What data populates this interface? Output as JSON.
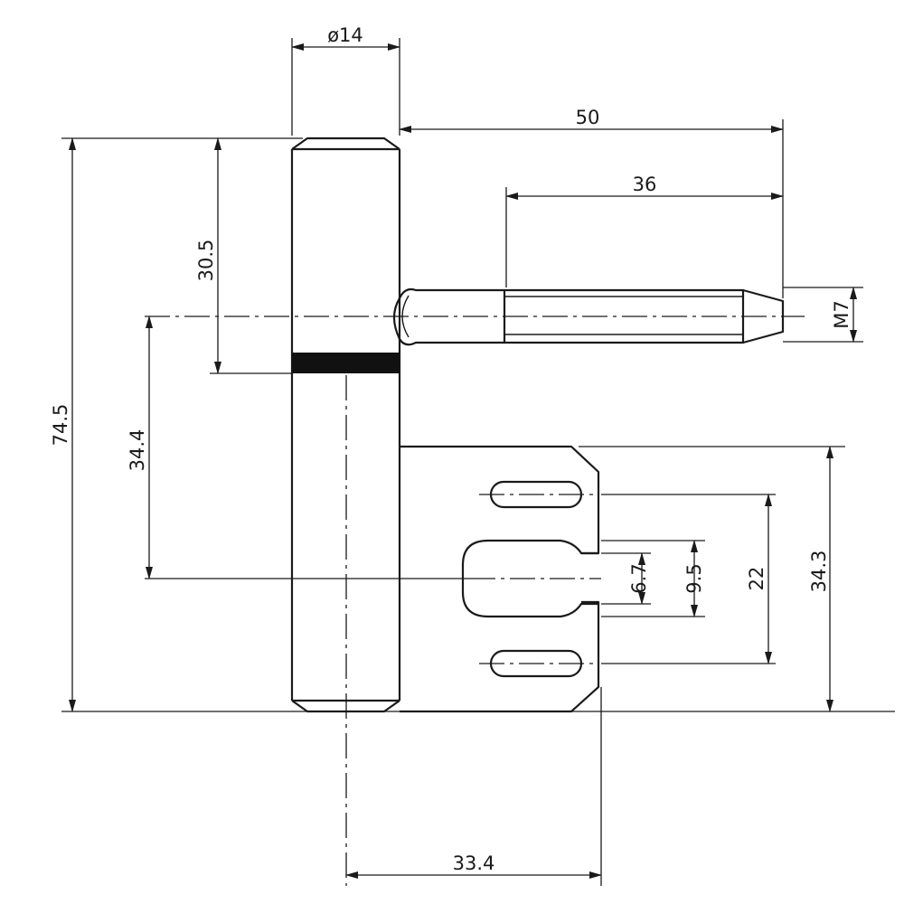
{
  "drawing": {
    "subject": "door hinge pin with mounting plate",
    "colors": {
      "line": "#1a1a1a",
      "band": "#111111",
      "background": "#ffffff"
    },
    "dimensions": {
      "barrel_diameter": "ø14",
      "pin_reach": "50",
      "thread_length": "36",
      "thread_size": "M7",
      "pin_height_from_top": "30.5",
      "total_height": "74.5",
      "pin_to_slot_offset": "34.4",
      "slot_neck_width": "6.7",
      "slot_head_width": "9.5",
      "hole_spacing": "22",
      "plate_height": "34.3",
      "plate_offset": "33.4"
    }
  }
}
